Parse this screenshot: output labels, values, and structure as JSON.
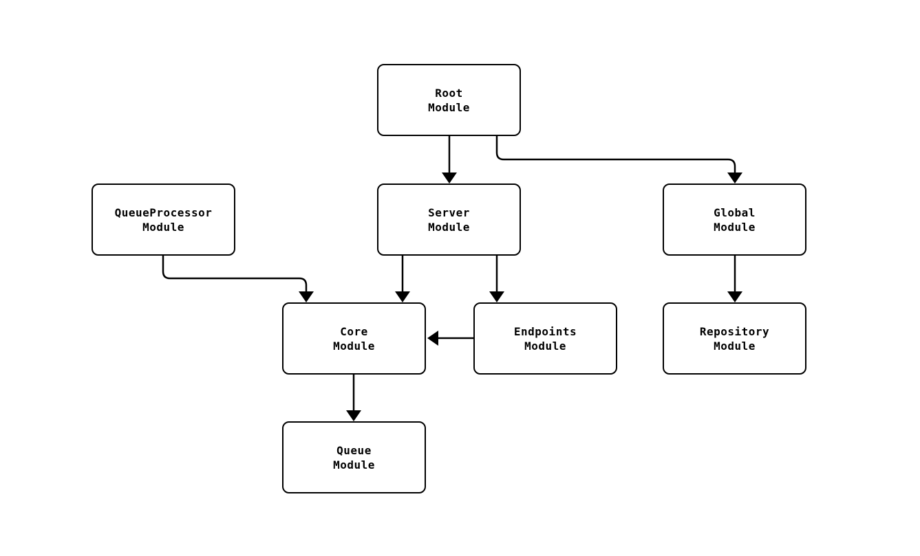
{
  "diagram": {
    "type": "module-dependency-flowchart",
    "background_color": "#ffffff",
    "stroke_color": "#000000",
    "node_fill_color": "#ffffff",
    "text_color": "#000000",
    "nodes": {
      "root": {
        "line1": "Root",
        "line2": "Module"
      },
      "queueprocessor": {
        "line1": "QueueProcessor",
        "line2": "Module"
      },
      "server": {
        "line1": "Server",
        "line2": "Module"
      },
      "global": {
        "line1": "Global",
        "line2": "Module"
      },
      "core": {
        "line1": "Core",
        "line2": "Module"
      },
      "endpoints": {
        "line1": "Endpoints",
        "line2": "Module"
      },
      "repository": {
        "line1": "Repository",
        "line2": "Module"
      },
      "queue": {
        "line1": "Queue",
        "line2": "Module"
      }
    },
    "edges": [
      {
        "from": "Root Module",
        "to": "Server Module"
      },
      {
        "from": "Root Module",
        "to": "Global Module"
      },
      {
        "from": "QueueProcessor Module",
        "to": "Core Module"
      },
      {
        "from": "Server Module",
        "to": "Core Module"
      },
      {
        "from": "Server Module",
        "to": "Endpoints Module"
      },
      {
        "from": "Endpoints Module",
        "to": "Core Module"
      },
      {
        "from": "Global Module",
        "to": "Repository Module"
      },
      {
        "from": "Core Module",
        "to": "Queue Module"
      }
    ]
  }
}
